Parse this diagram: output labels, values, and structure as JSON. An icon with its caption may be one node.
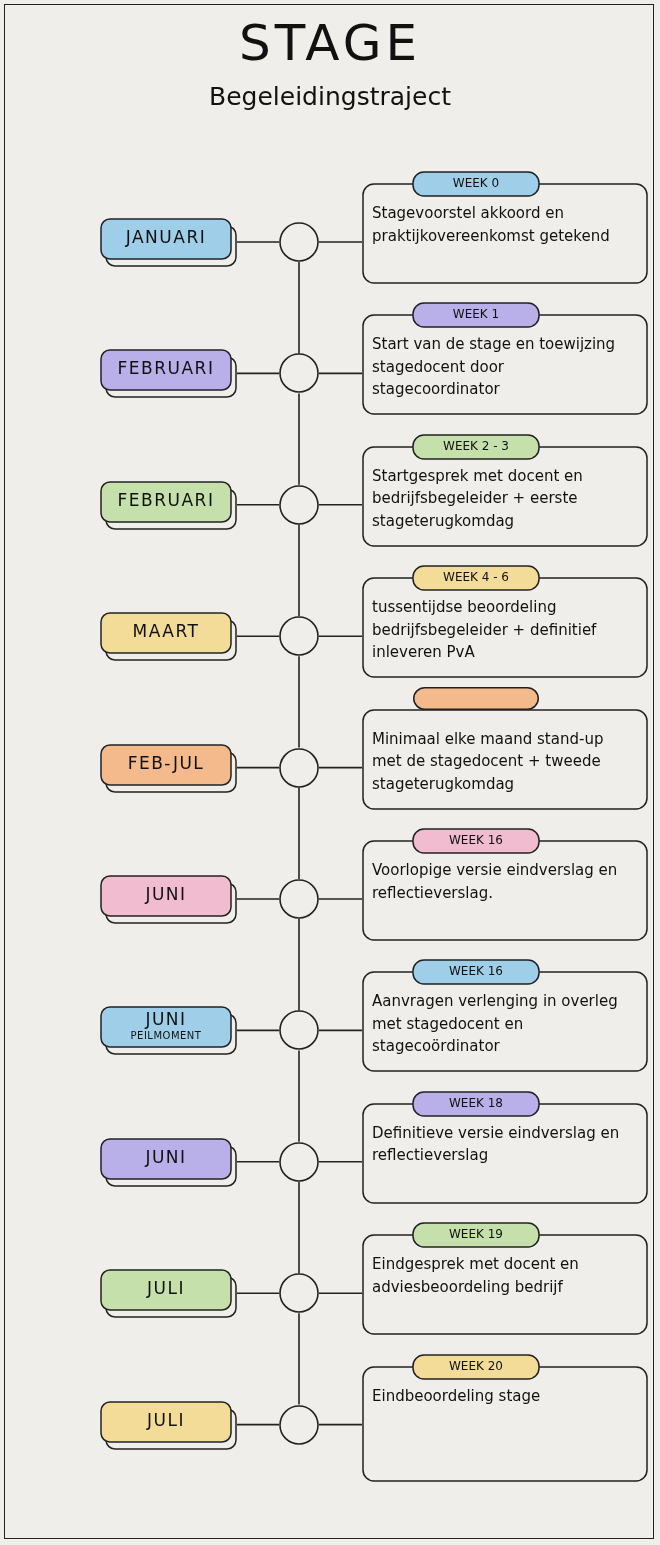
{
  "diagram": {
    "title": "STAGE",
    "caption": "Begeleidingstraject",
    "nodes": [
      {
        "text": [
          "JANUARI"
        ]
      },
      {
        "text": [],
        "shape": "circle"
      },
      {
        "text": [
          "WEEK 0",
          "Stagevoorstel akkoord en praktijkovereenkomst getekend"
        ]
      },
      {
        "text": [
          "FEBRUARI"
        ]
      },
      {
        "text": [],
        "shape": "circle"
      },
      {
        "text": [
          "WEEK 1",
          "Start van de stage en toewijzing stagedocent door stagecoordinator"
        ]
      },
      {
        "text": [
          "FEBRUARI"
        ]
      },
      {
        "text": [],
        "shape": "circle"
      },
      {
        "text": [
          "WEEK 2 - 3",
          "Startgesprek met docent en bedrijfsbegeleider + eerste stageterugkomdag"
        ]
      },
      {
        "text": [
          "MAART"
        ]
      },
      {
        "text": [],
        "shape": "circle"
      },
      {
        "text": [
          "WEEK 4 - 6",
          "tussentijdse beoordeling bedrijfsbegeleider + definitief inleveren PvA"
        ]
      },
      {
        "text": [
          "FEB-JUL"
        ]
      },
      {
        "text": [],
        "shape": "circle"
      },
      {
        "text": [
          "Minimaal elke maand stand-up met de stagedocent + tweede stageterugkomdag"
        ]
      },
      {
        "text": [
          "JUNI"
        ]
      },
      {
        "text": [],
        "shape": "circle"
      },
      {
        "text": [
          "WEEK 16",
          "Voorlopige versie eindverslag en reflectieverslag."
        ]
      },
      {
        "text": [
          "JUNI",
          "PEILMOMENT"
        ]
      },
      {
        "text": [],
        "shape": "circle"
      },
      {
        "text": [
          "WEEK 16",
          "Aanvragen verlenging in overleg met stagedocent en stagecoördinator"
        ]
      },
      {
        "text": [
          "JUNI"
        ]
      },
      {
        "text": [],
        "shape": "circle"
      },
      {
        "text": [
          "WEEK 18",
          "Definitieve versie eindverslag en reflectieverslag"
        ]
      },
      {
        "text": [
          "JULI"
        ]
      },
      {
        "text": [],
        "shape": "circle"
      },
      {
        "text": [
          "WEEK 19",
          "Eindgesprek met docent en adviesbeoordeling bedrijf"
        ]
      },
      {
        "text": [
          "JULI"
        ]
      },
      {
        "text": [],
        "shape": "circle"
      },
      {
        "text": [
          "WEEK 20",
          "Eindbeoordeling stage"
        ]
      },
      {
        "text": [],
        "shape": "bar"
      }
    ],
    "edges": [
      {
        "from": 0,
        "to": 1,
        "arrow": "none"
      },
      {
        "from": 1,
        "to": 2,
        "arrow": "none"
      },
      {
        "from": 1,
        "to": 4,
        "arrow": "none"
      },
      {
        "from": 3,
        "to": 4,
        "arrow": "none"
      },
      {
        "from": 4,
        "to": 5,
        "arrow": "none"
      },
      {
        "from": 4,
        "to": 7,
        "arrow": "none"
      },
      {
        "from": 6,
        "to": 7,
        "arrow": "none"
      },
      {
        "from": 7,
        "to": 8,
        "arrow": "none"
      },
      {
        "from": 7,
        "to": 10,
        "arrow": "none"
      },
      {
        "from": 9,
        "to": 10,
        "arrow": "none"
      },
      {
        "from": 10,
        "to": 11,
        "arrow": "none"
      },
      {
        "from": 10,
        "to": 13,
        "arrow": "none"
      },
      {
        "from": 12,
        "to": 13,
        "arrow": "none"
      },
      {
        "from": 13,
        "to": 14,
        "arrow": "none"
      },
      {
        "from": 13,
        "to": 16,
        "arrow": "none"
      },
      {
        "from": 15,
        "to": 16,
        "arrow": "none"
      },
      {
        "from": 16,
        "to": 17,
        "arrow": "none"
      },
      {
        "from": 16,
        "to": 19,
        "arrow": "none"
      },
      {
        "from": 18,
        "to": 19,
        "arrow": "none"
      },
      {
        "from": 19,
        "to": 20,
        "arrow": "none"
      },
      {
        "from": 19,
        "to": 22,
        "arrow": "none"
      },
      {
        "from": 21,
        "to": 22,
        "arrow": "none"
      },
      {
        "from": 22,
        "to": 23,
        "arrow": "none"
      },
      {
        "from": 22,
        "to": 25,
        "arrow": "none"
      },
      {
        "from": 24,
        "to": 25,
        "arrow": "none"
      },
      {
        "from": 25,
        "to": 26,
        "arrow": "none"
      },
      {
        "from": 25,
        "to": 28,
        "arrow": "none"
      },
      {
        "from": 27,
        "to": 28,
        "arrow": "none"
      },
      {
        "from": 28,
        "to": 29,
        "arrow": "none"
      }
    ]
  }
}
